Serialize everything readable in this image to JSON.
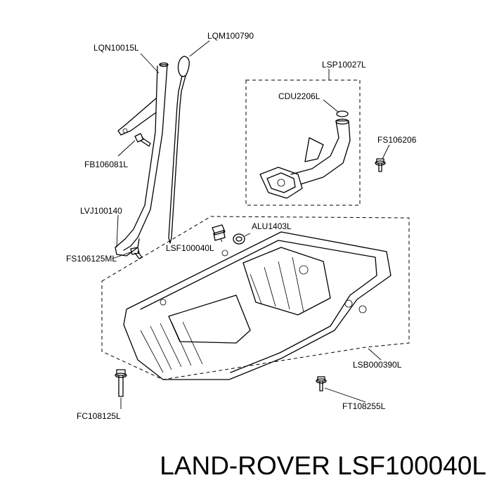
{
  "labels": {
    "lqn10015l": "LQN10015L",
    "lqm100790": "LQM100790",
    "lsp10027l": "LSP10027L",
    "cdu2206l": "CDU2206L",
    "fs106206": "FS106206",
    "fb106081l": "FB106081L",
    "lvj100140": "LVJ100140",
    "alu1403l": "ALU1403L",
    "lsf100040l": "LSF100040L",
    "fs106125ml": "FS106125ML",
    "lsb000390l": "LSB000390L",
    "ft108255l": "FT108255L",
    "fc108125l": "FC108125L"
  },
  "brand_caption": "LAND-ROVER LSF100040L"
}
